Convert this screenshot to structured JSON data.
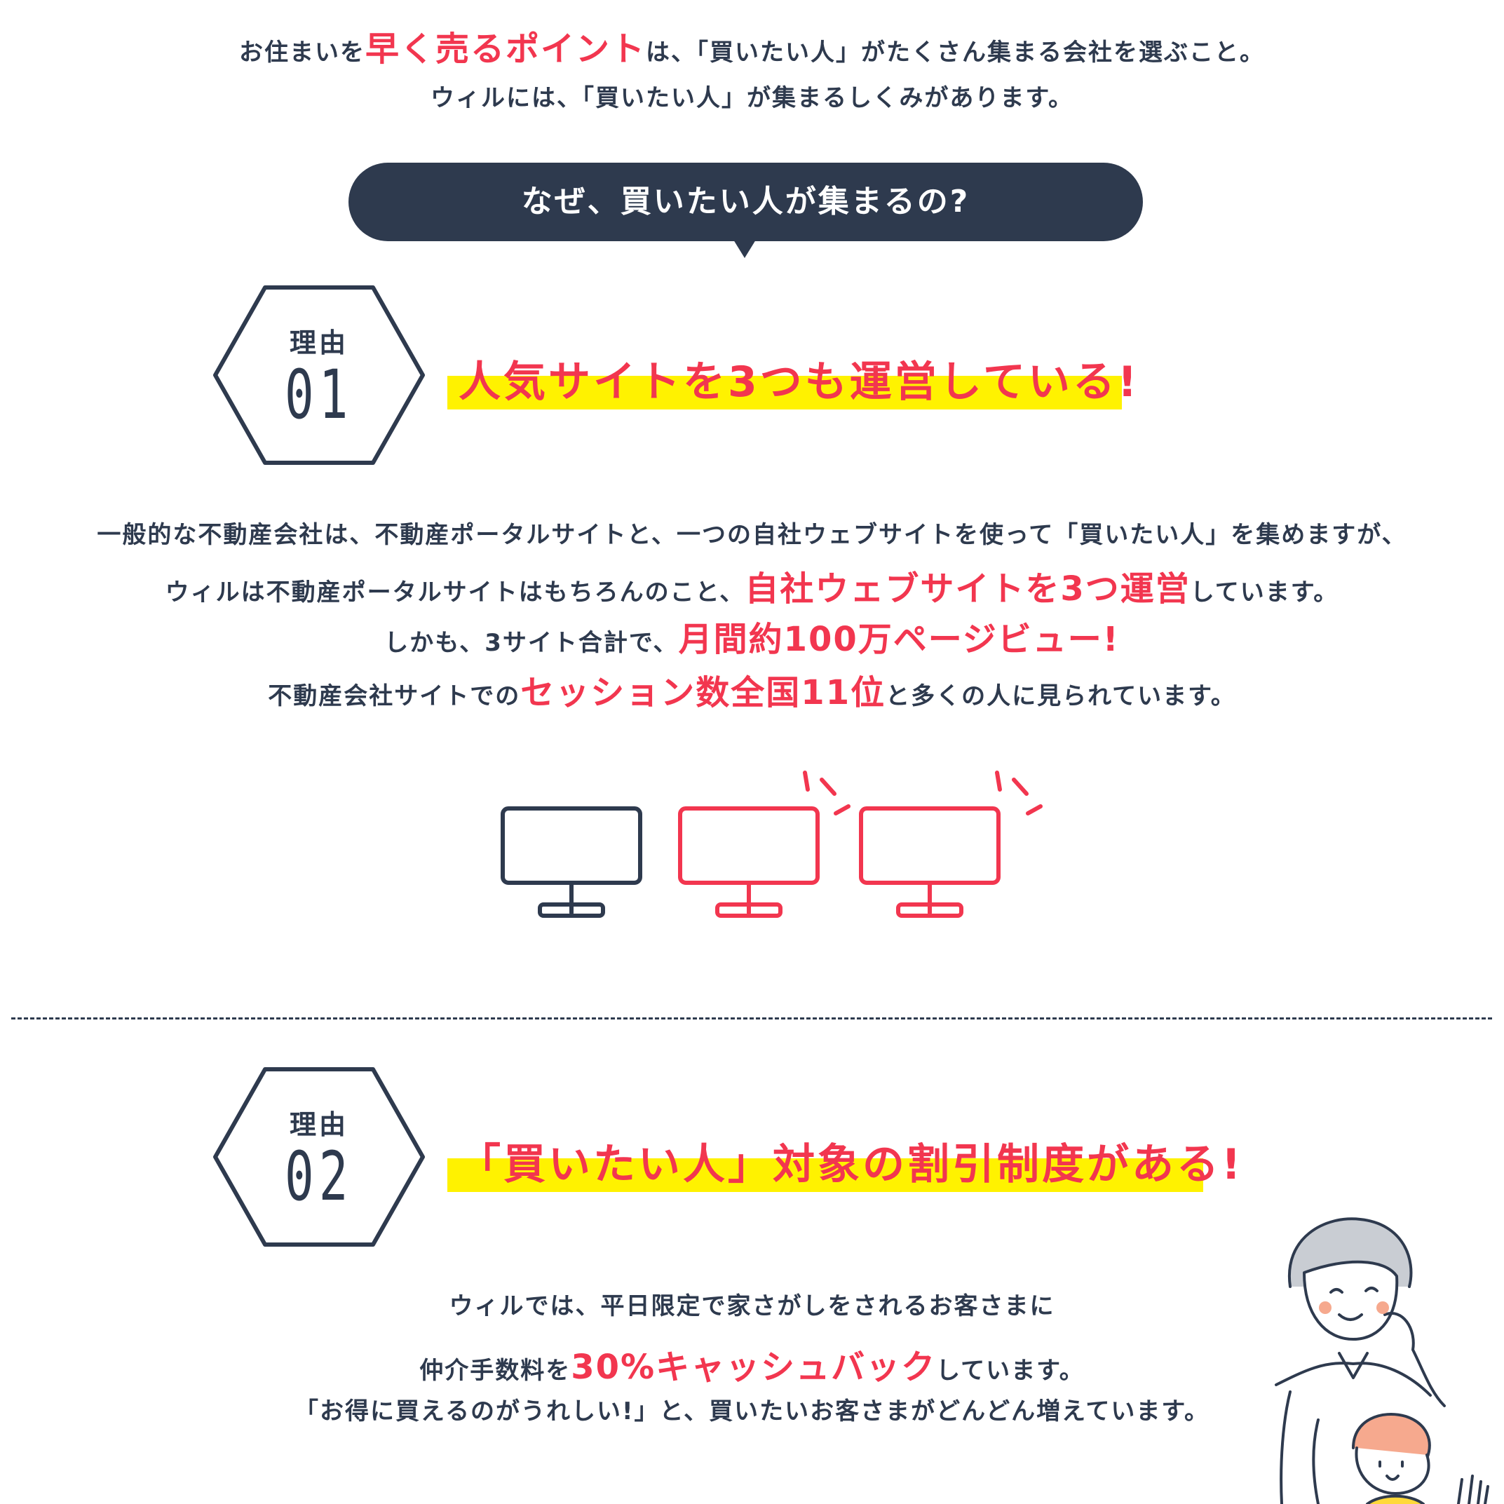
{
  "intro": {
    "line1_pre": "お住まいを",
    "line1_em": "早く売るポイント",
    "line1_post": "は、「買いたい人」がたくさん集まる会社を選ぶこと。",
    "line2": "ウィルには、「買いたい人」が集まるしくみがあります。"
  },
  "question": "なぜ、買いたい人が集まるの?",
  "reason1": {
    "label": "理由",
    "number": "01",
    "headline": "人気サイトを3つも運営している!",
    "lines": [
      {
        "pre": "一般的な不動産会社は、不動産ポータルサイトと、一つの自社ウェブサイトを使って「買いたい人」を集めますが、",
        "em": "",
        "post": ""
      },
      {
        "pre": "ウィルは不動産ポータルサイトはもちろんのこと、",
        "em": "自社ウェブサイトを3つ運営",
        "post": "しています。"
      },
      {
        "pre": "しかも、3サイト合計で、",
        "em": "月間約100万ページビュー!",
        "post": ""
      },
      {
        "pre": "不動産会社サイトでの",
        "em": "セッション数全国11位",
        "post": "と多くの人に見られています。"
      }
    ]
  },
  "reason2": {
    "label": "理由",
    "number": "02",
    "headline": "「買いたい人」対象の割引制度がある!",
    "lines": [
      {
        "pre": "ウィルでは、平日限定で家さがしをされるお客さまに",
        "em": "",
        "post": ""
      },
      {
        "pre": "仲介手数料を",
        "em": "30%キャッシュバック",
        "post": "しています。"
      },
      {
        "pre": "「お得に買えるのがうれしい!」と、買いたいお客さまがどんどん増えています。",
        "em": "",
        "post": ""
      }
    ]
  },
  "icons": {
    "monitor1": "monitor-icon",
    "monitor2": "monitor-icon",
    "monitor3": "monitor-icon",
    "illustration": "family-illustration"
  },
  "colors": {
    "navy": "#2e3a4e",
    "accent": "#f2364f",
    "highlight": "#fff200"
  }
}
